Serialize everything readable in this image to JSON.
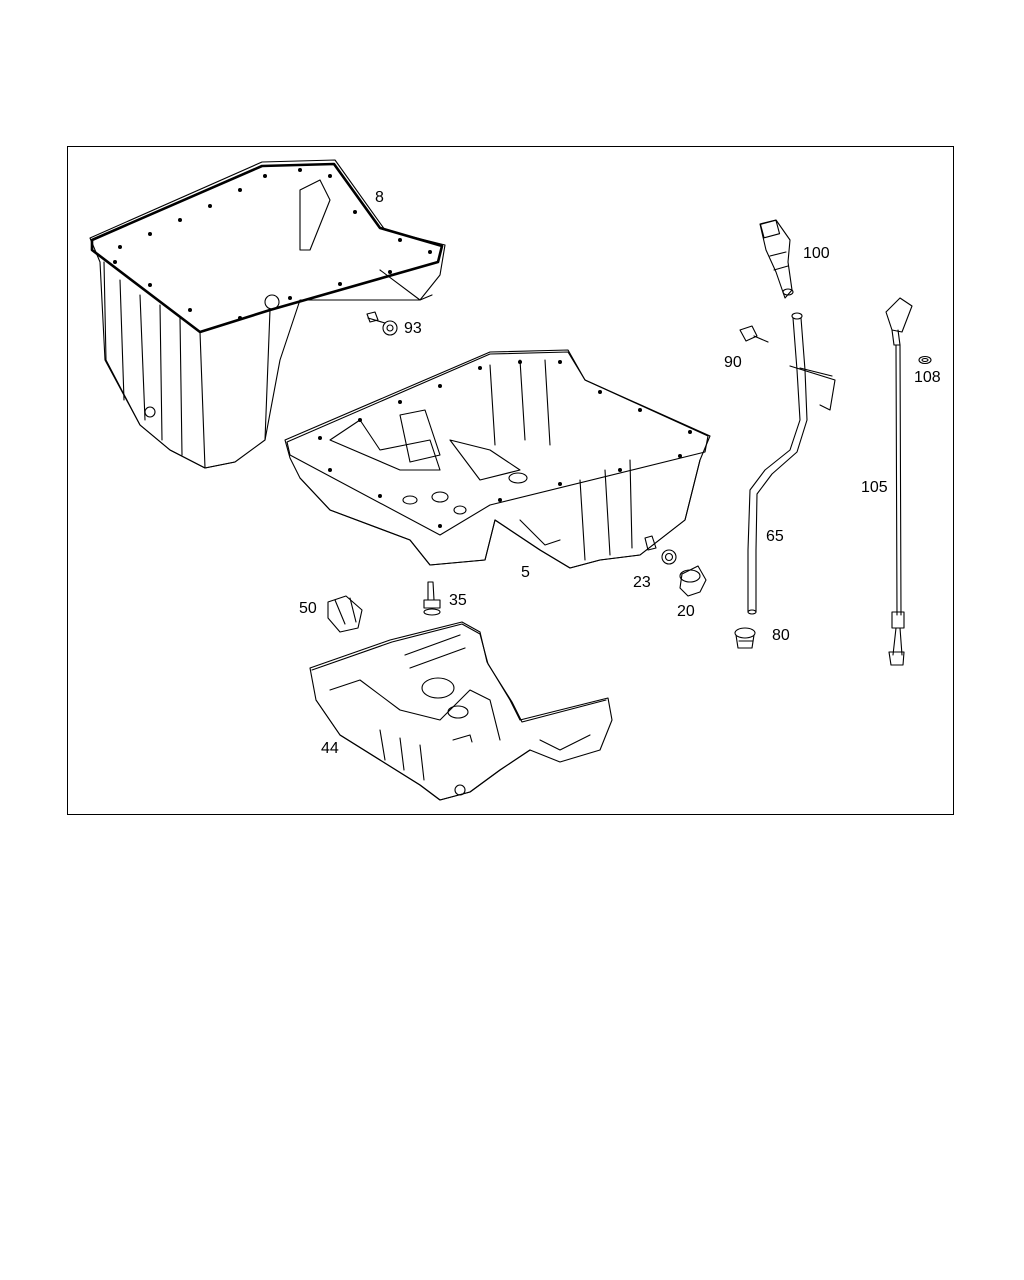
{
  "diagram": {
    "callouts": [
      {
        "id": "8",
        "text": "8"
      },
      {
        "id": "93",
        "text": "93"
      },
      {
        "id": "100",
        "text": "100"
      },
      {
        "id": "90",
        "text": "90"
      },
      {
        "id": "108",
        "text": "108"
      },
      {
        "id": "105",
        "text": "105"
      },
      {
        "id": "65",
        "text": "65"
      },
      {
        "id": "5",
        "text": "5"
      },
      {
        "id": "23",
        "text": "23"
      },
      {
        "id": "20",
        "text": "20"
      },
      {
        "id": "35",
        "text": "35"
      },
      {
        "id": "50",
        "text": "50"
      },
      {
        "id": "80",
        "text": "80"
      },
      {
        "id": "44",
        "text": "44"
      }
    ]
  }
}
